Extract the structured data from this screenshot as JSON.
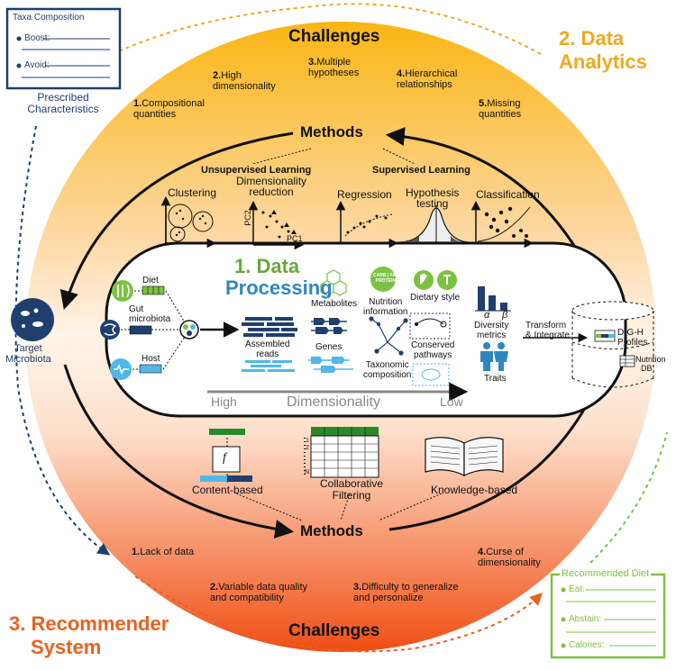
{
  "sections": {
    "data_analytics": {
      "title_line1": "2. Data",
      "title_line2": "Analytics",
      "color": "#f0a81e"
    },
    "data_processing": {
      "title_line1": "1. Data",
      "title_line2": "Processing",
      "color_line1": "#6aa83a",
      "color_line2": "#2e86c1"
    },
    "recommender": {
      "title_line1": "3. Recommender",
      "title_line2": "System",
      "color": "#e8611f"
    }
  },
  "top": {
    "challenges_title": "Challenges",
    "challenges": [
      {
        "num": "1.",
        "text_line1": "Compositional",
        "text_line2": "quantities"
      },
      {
        "num": "2.",
        "text_line1": "High",
        "text_line2": "dimensionality"
      },
      {
        "num": "3.",
        "text_line1": "Multiple",
        "text_line2": "hypotheses"
      },
      {
        "num": "4.",
        "text_line1": "Hierarchical",
        "text_line2": "relationships"
      },
      {
        "num": "5.",
        "text_line1": "Missing",
        "text_line2": "quantities"
      }
    ],
    "methods_title": "Methods",
    "unsupervised": "Unsupervised Learning",
    "supervised": "Supervised Learning",
    "method_items": [
      {
        "label_line1": "Clustering",
        "label_line2": ""
      },
      {
        "label_line1": "Dimensionality",
        "label_line2": "reduction"
      },
      {
        "label_line1": "Regression",
        "label_line2": ""
      },
      {
        "label_line1": "Hypothesis",
        "label_line2": "testing"
      },
      {
        "label_line1": "Classification",
        "label_line2": ""
      }
    ],
    "pc1": "PC1",
    "pc2": "PC2"
  },
  "prescribed": {
    "box_title": "Taxa Composition",
    "boost": "Boost:",
    "avoid": "Avoid:",
    "caption_line1": "Prescribed",
    "caption_line2": "Characteristics",
    "color": "#1f3f6e"
  },
  "target": {
    "label_line1": "Target",
    "label_line2": "Microbiota"
  },
  "processing": {
    "inputs": [
      "Diet",
      "Gut microbiota",
      "Host"
    ],
    "gut_line1": "Gut",
    "gut_line2": "microbiota",
    "assembled_line1": "Assembled",
    "assembled_line2": "reads",
    "genes": "Genes",
    "taxonomic_line1": "Taxonomic",
    "taxonomic_line2": "composition",
    "metabolites": "Metabolites",
    "nutrition_line1": "Nutrition",
    "nutrition_line2": "information",
    "nutrition_badge_line1": "CARB | FAT",
    "nutrition_badge_line2": "PROTEIN",
    "dietary_style": "Dietary style",
    "conserved_line1": "Conserved",
    "conserved_line2": "pathways",
    "diversity_line1": "Diversity",
    "diversity_line2": "metrics",
    "alpha": "α",
    "beta": "β",
    "traits": "Traits",
    "dim_high": "High",
    "dim_label": "Dimensionality",
    "dim_low": "Low"
  },
  "transform": {
    "line1": "Transform",
    "line2": "& Integrate"
  },
  "database": {
    "dgh_line1": "D-G-H",
    "dgh_line2": "Profiles",
    "nutrition_line1": "Nutrition",
    "nutrition_line2": "DB"
  },
  "bottom": {
    "rec_methods": [
      {
        "label_line1": "Content-based",
        "label_line2": ""
      },
      {
        "label_line1": "Collaborative",
        "label_line2": "Filtering"
      },
      {
        "label_line1": "Knowledge-based",
        "label_line2": ""
      }
    ],
    "f_symbol": "f",
    "row_labels": [
      "1",
      "2",
      "N"
    ],
    "methods_title": "Methods",
    "challenges": [
      {
        "num": "1.",
        "text_line1": "Lack of data",
        "text_line2": ""
      },
      {
        "num": "2.",
        "text_line1": "Variable data quality",
        "text_line2": "and compatibility"
      },
      {
        "num": "3.",
        "text_line1": "Difficulty to generalize",
        "text_line2": "and personalize"
      },
      {
        "num": "4.",
        "text_line1": "Curse of",
        "text_line2": "dimensionality"
      }
    ],
    "challenges_title": "Challenges"
  },
  "recommended": {
    "box_title": "Recommended Diet",
    "eat": "Eat:",
    "abstain": "Abstain:",
    "calories": "Calories:",
    "color": "#7dc142"
  }
}
